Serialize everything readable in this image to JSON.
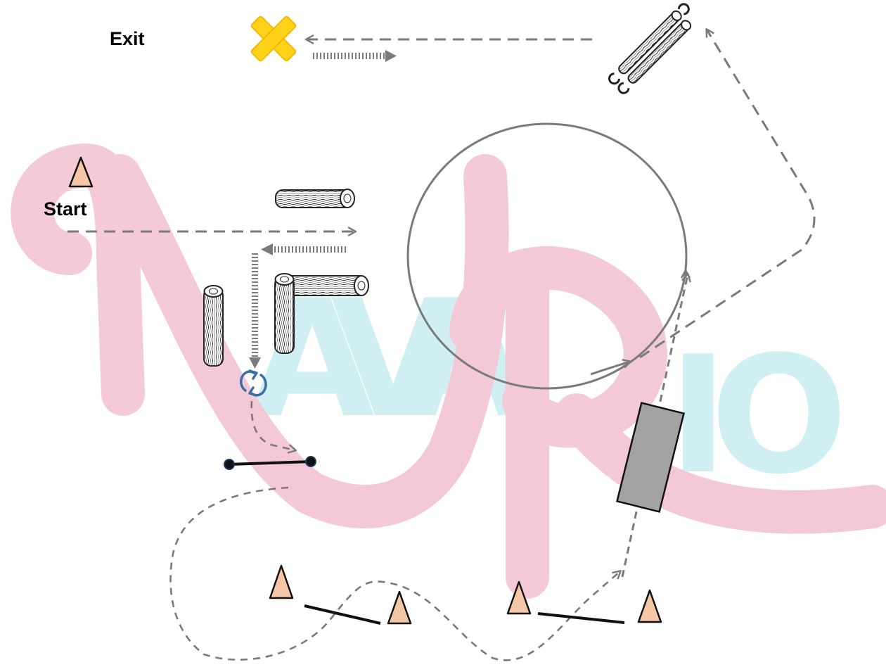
{
  "labels": {
    "exit": "Exit",
    "start": "Start"
  },
  "watermark": {
    "text": "NAVARIO",
    "primary_color": "#f4c7d5",
    "secondary_color": "#cdeff2"
  },
  "colors": {
    "path": "#7a7a7a",
    "cone_fill": "#f6c7a6",
    "cone_stroke": "#111111",
    "exit_marker": "#ffd21a",
    "exit_marker_edge": "#f5b800",
    "ramp_fill": "#a3a3a3",
    "pole_dots": "#1f3b66",
    "turn_arrows": "#3a6ea5",
    "log": "#222222"
  },
  "icons": [
    "cone-icon",
    "log-icon",
    "exit-x-icon",
    "turn-around-icon",
    "ramp-block",
    "pole-gate",
    "circle-path"
  ]
}
